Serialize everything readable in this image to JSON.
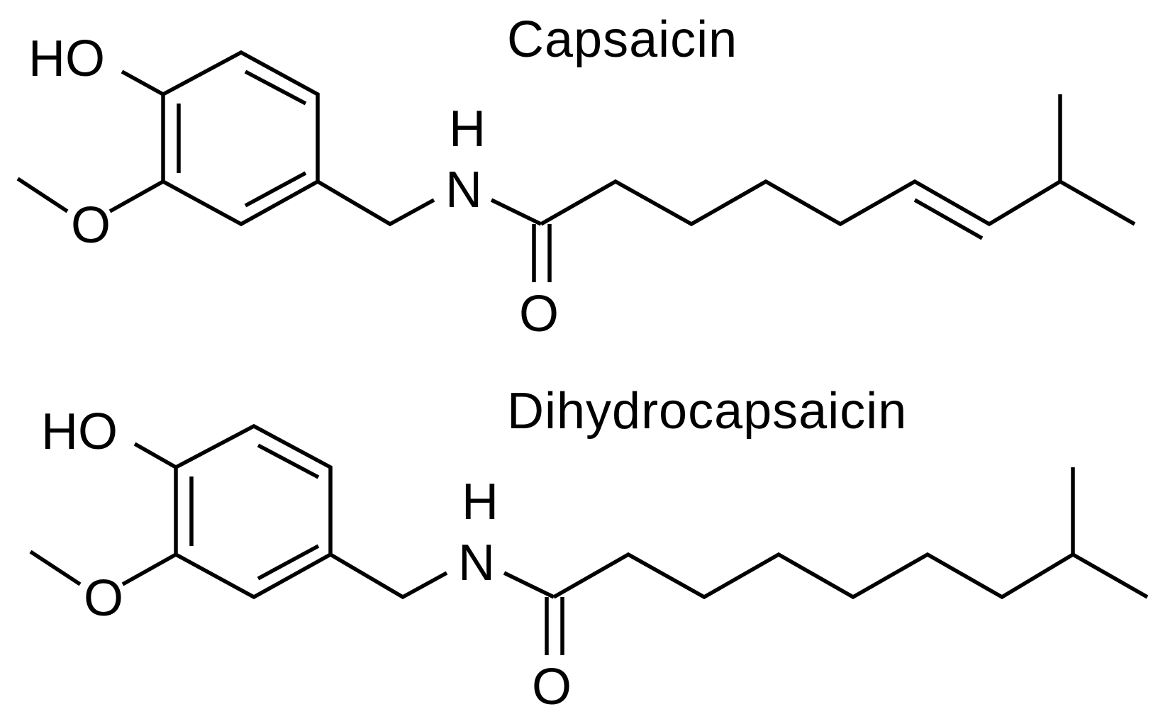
{
  "molecules": [
    {
      "name": "Capsaicin",
      "atoms": {
        "hydroxyl": "HO",
        "amide_h": "H",
        "amide_n": "N",
        "methoxy_o": "O",
        "carbonyl_o": "O"
      }
    },
    {
      "name": "Dihydrocapsaicin",
      "atoms": {
        "hydroxyl": "HO",
        "amide_h": "H",
        "amide_n": "N",
        "methoxy_o": "O",
        "carbonyl_o": "O"
      }
    }
  ]
}
